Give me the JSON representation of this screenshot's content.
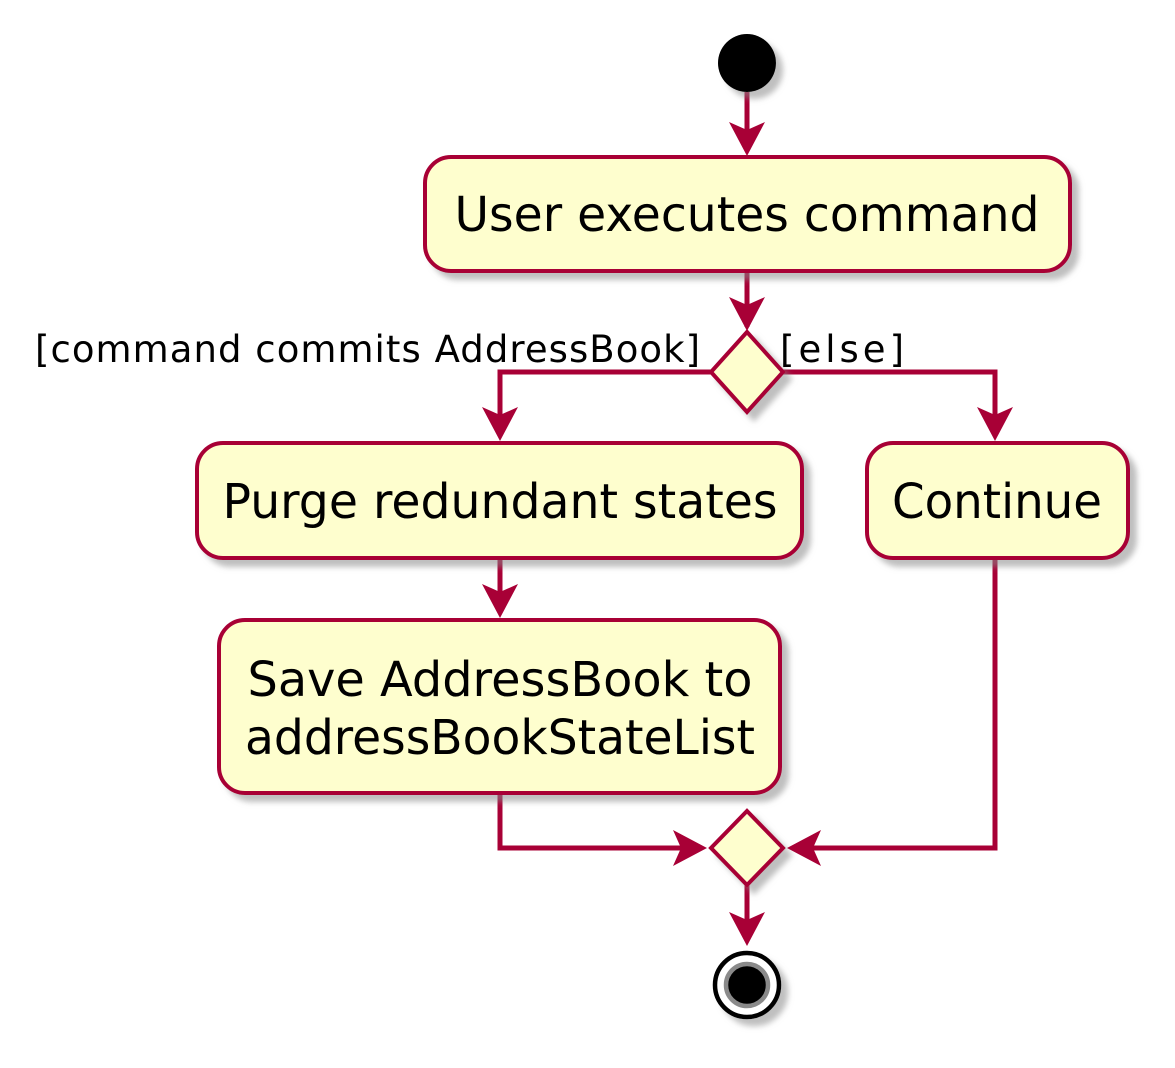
{
  "diagram": {
    "kind": "activity-flowchart",
    "background": "#FFFFFF",
    "colors": {
      "node_fill": "#FEFECE",
      "node_border": "#A80036",
      "edge": "#A80036",
      "label_text": "#000000",
      "start_node": "#000000",
      "end_node_ring": "#000000",
      "shadow": "#8a8a8a"
    },
    "nodes": {
      "start": {
        "shape": "filled-circle"
      },
      "user_executes": {
        "label": "User executes command"
      },
      "commit_decision": {
        "shape": "diamond",
        "guard_left": "[command commits AddressBook]",
        "guard_right": "[else]"
      },
      "purge_states": {
        "label": "Purge redundant states"
      },
      "save_addressbook": {
        "lines": [
          "Save AddressBook to",
          "addressBookStateList"
        ]
      },
      "continue": {
        "label": "Continue"
      },
      "merge": {
        "shape": "diamond"
      },
      "end": {
        "shape": "bullseye-circle"
      }
    },
    "edges": [
      {
        "from": "start",
        "to": "user_executes"
      },
      {
        "from": "user_executes",
        "to": "commit_decision"
      },
      {
        "from": "commit_decision",
        "to": "purge_states",
        "guard": "[command commits AddressBook]"
      },
      {
        "from": "commit_decision",
        "to": "continue",
        "guard": "[else]"
      },
      {
        "from": "purge_states",
        "to": "save_addressbook"
      },
      {
        "from": "save_addressbook",
        "to": "merge"
      },
      {
        "from": "continue",
        "to": "merge"
      },
      {
        "from": "merge",
        "to": "end"
      }
    ]
  }
}
